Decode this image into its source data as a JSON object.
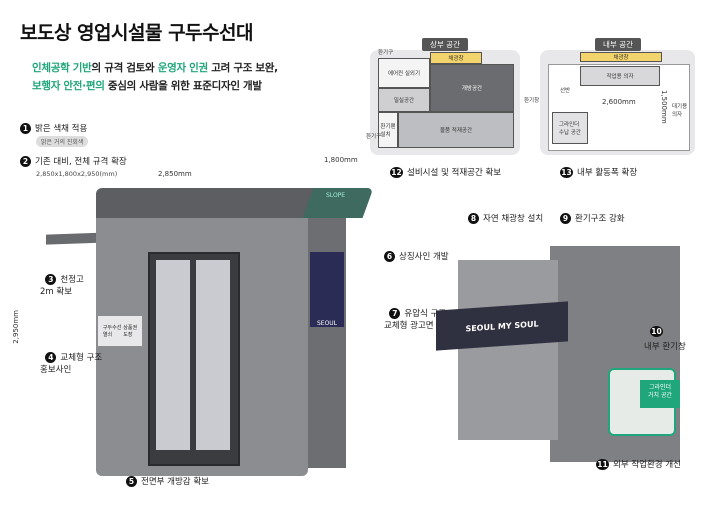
{
  "title": "보도상 영업시설물 구두수선대",
  "subtitle": {
    "line1_green1": "인체공학 기반",
    "line1_text1": "의 규격 검토와 ",
    "line1_green2": "운영자 인권",
    "line1_text2": " 고려 구조 보완,",
    "line2_green": "보행자 안전·편의",
    "line2_text": " 중심의 사람을 위한 표준디자인 개발"
  },
  "features": [
    {
      "num": "1",
      "label": "밝은 색채 적용",
      "note": "밝은 거의 진회색"
    },
    {
      "num": "2",
      "label": "기존 대비, 전체 규격 확장",
      "note": "2,850x1,800x2,950(mm)"
    },
    {
      "num": "3",
      "label": "천정고\n2m 확보"
    },
    {
      "num": "4",
      "label": "교체형 구조\n홍보사인"
    },
    {
      "num": "5",
      "label": "전면부 개방감 확보"
    },
    {
      "num": "6",
      "label": "상징사인 개발"
    },
    {
      "num": "7",
      "label": "유압식 구조,\n교체형 광고면"
    },
    {
      "num": "8",
      "label": "자연 채광창 설치"
    },
    {
      "num": "9",
      "label": "환기구조 강화"
    },
    {
      "num": "10",
      "label": "내부 환기창"
    },
    {
      "num": "11",
      "label": "외부 작업환경 개선"
    },
    {
      "num": "12",
      "label": "설비시설 및 적재공간 확보"
    },
    {
      "num": "13",
      "label": "내부 활동폭 확장"
    }
  ],
  "dimensions": {
    "width": "2,850mm",
    "depth": "1,800mm",
    "height": "2,950mm"
  },
  "plan_upper": {
    "tag": "상부 공간",
    "rooms": [
      "에어컨 실외기",
      "채광창",
      "밀실공간",
      "개방공간",
      "환기팬\n설치",
      "물품 적재공간"
    ],
    "labels": [
      "환기구",
      "환기구"
    ]
  },
  "plan_inner": {
    "tag": "내부 공간",
    "rooms": [
      "채광창",
      "작업용 의자",
      "그라인더\n수납 공간"
    ],
    "labels": [
      "선반",
      "환기창",
      "대기용\n의자"
    ],
    "dims": [
      "2,600mm",
      "1,500mm"
    ]
  },
  "booth": {
    "slope": "SLOPE",
    "seoul_sign": "SEOUL",
    "side_sign": "구두수선\n열쇠",
    "side_sign2": "상품권\n도장",
    "brand": "SEOUL MY SOUL",
    "grinder": "그라인더\n거치 공간"
  },
  "colors": {
    "accent": "#1fa67a",
    "body": "#8a8a8d",
    "roof": "#5d5e62",
    "dark": "#3b3c40"
  }
}
